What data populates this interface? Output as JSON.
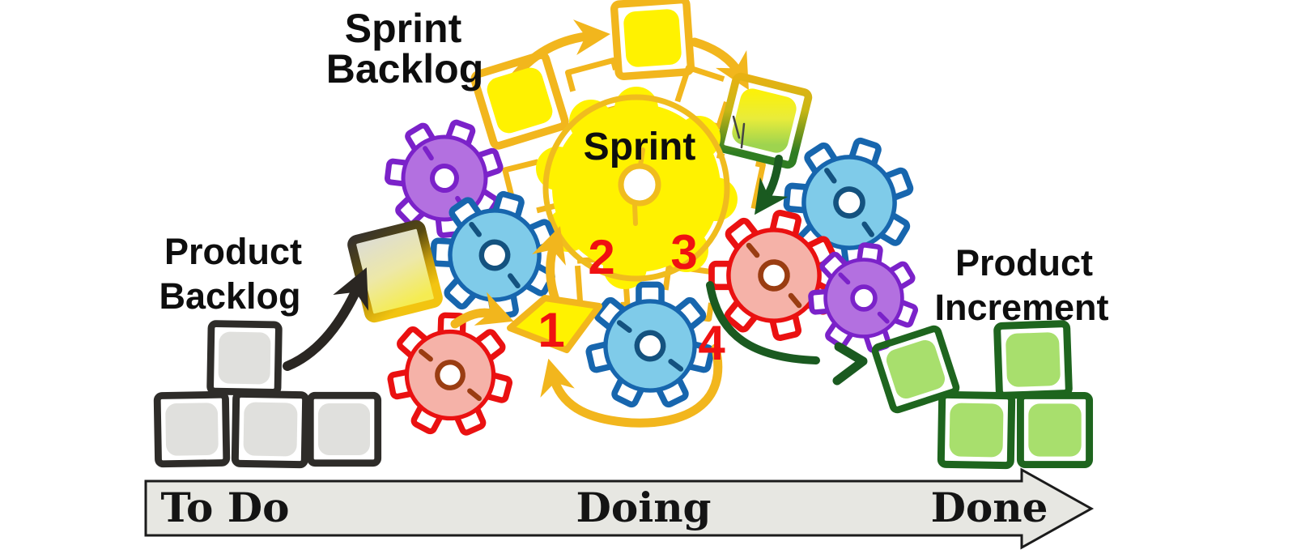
{
  "labels": {
    "sprint_backlog": {
      "l1": "Sprint",
      "l2": "Backlog"
    },
    "product_backlog": {
      "l1": "Product",
      "l2": "Backlog"
    },
    "product_increment": {
      "l1": "Product",
      "l2": "Increment"
    },
    "sprint": "Sprint"
  },
  "steps": {
    "s1": "1",
    "s2": "2",
    "s3": "3",
    "s4": "4"
  },
  "flow": {
    "todo": "To Do",
    "doing": "Doing",
    "done": "Done"
  },
  "colors": {
    "sticky_yellow": "#FFF200",
    "arrow_yellow": "#F2B61D",
    "gear_blue_fill": "#7FCBE9",
    "gear_blue_stroke": "#1766AE",
    "gear_purple_fill": "#B370E0",
    "gear_purple_stroke": "#7B22C9",
    "gear_red_fill": "#F5B2A8",
    "gear_red_stroke": "#EA1111",
    "step_number_red": "#F01111",
    "dark_green": "#1A5A20",
    "increment_green_fill": "#A8DF6D",
    "increment_green_stroke": "#1E651E",
    "backlog_gray_fill": "#E0E0DD",
    "backlog_gray_stroke": "#2E2C29",
    "flow_arrow_fill": "#E7E7E2"
  }
}
